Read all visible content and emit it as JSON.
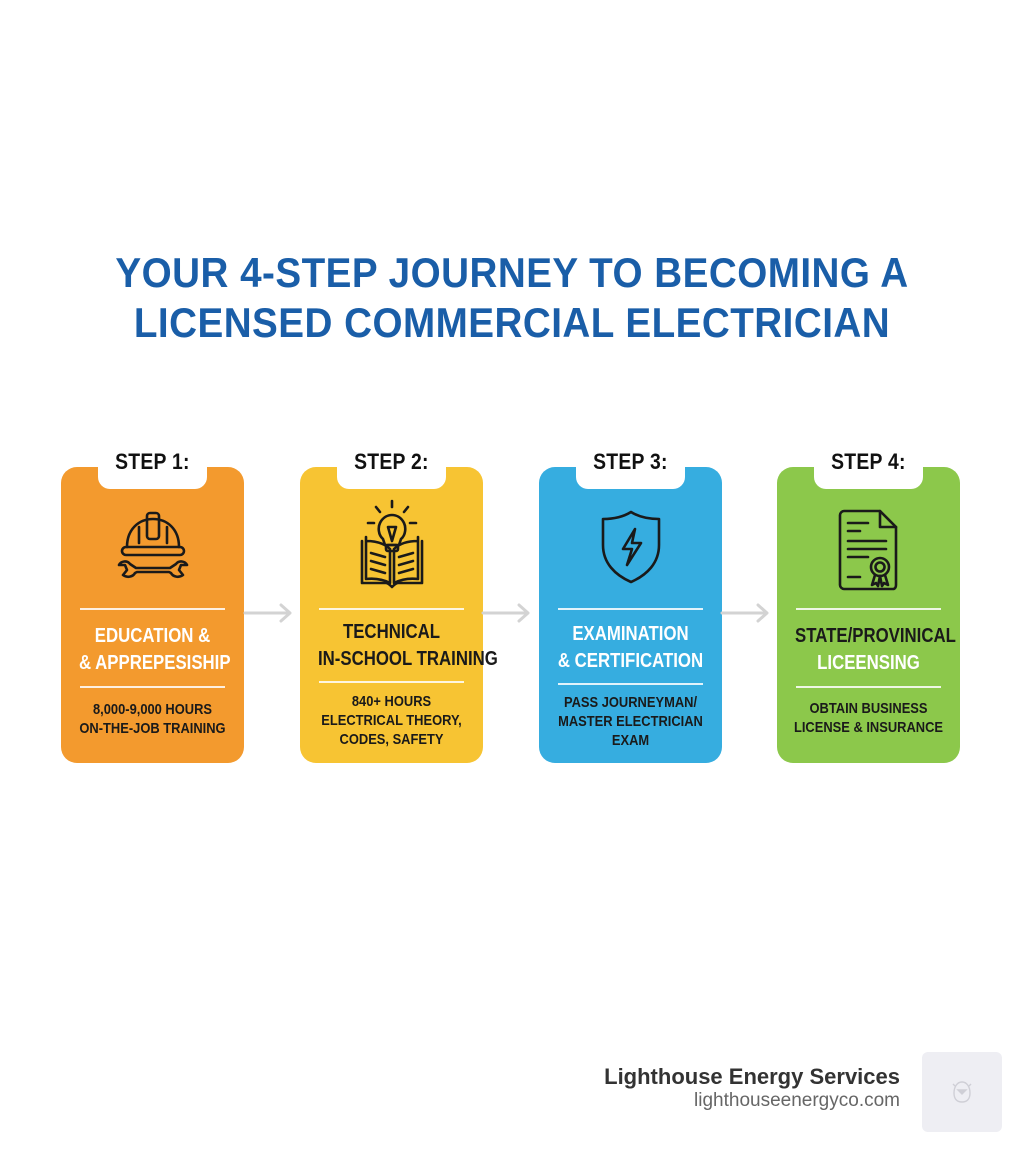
{
  "title": {
    "line1": "YOUR 4-STEP JOURNEY TO BECOMING A",
    "line2": "LICENSED COMMERCIAL ELECTRICIAN",
    "color": "#1a5ea8"
  },
  "steps": [
    {
      "label": "STEP 1:",
      "icon": "hard-hat-wrench-icon",
      "title_line1": "EDUCATION &",
      "title_line2": "& APPREPESISHIP",
      "sub_line1": "8,000-9,000 HOURS",
      "sub_line2": "ON-THE-JOB TRAINING",
      "sub_line3": "",
      "color": "#f39a2e",
      "title_color": "#ffffff"
    },
    {
      "label": "STEP 2:",
      "icon": "lightbulb-book-icon",
      "title_line1": "TECHNICAL",
      "title_line2": "IN-SCHOOL TRAINING",
      "sub_line1": "840+ HOURS",
      "sub_line2": "ELECTRICAL THEORY,",
      "sub_line3": "CODES, SAFETY",
      "color": "#f7c433",
      "title_color": "#1a1a1a"
    },
    {
      "label": "STEP 3:",
      "icon": "shield-lightning-icon",
      "title_line1": "EXAMINATION",
      "title_line2": "& CERTIFICATION",
      "sub_line1": "PASS JOURNEYMAN/",
      "sub_line2": "MASTER ELECTRICIAN",
      "sub_line3": "EXAM",
      "color": "#36ade0",
      "title_color": "#ffffff"
    },
    {
      "label": "STEP 4:",
      "icon": "certificate-document-icon",
      "title_line1": "STATE/PROVINICAL",
      "title_line2": "LICEENSING",
      "sub_line1": "OBTAIN BUSINESS",
      "sub_line2": "LICENSE & INSURANCE",
      "sub_line3": "",
      "color": "#8cc84b",
      "title_color": "#1a1a1a",
      "title_line2_color": "#ffffff"
    }
  ],
  "arrows": [
    "arrow-right-icon",
    "arrow-right-icon",
    "arrow-right-icon"
  ],
  "footer": {
    "brand_name": "Lighthouse Energy Services",
    "brand_url": "lighthouseenergyco.com",
    "logo_icon": "bear-logo-icon"
  }
}
